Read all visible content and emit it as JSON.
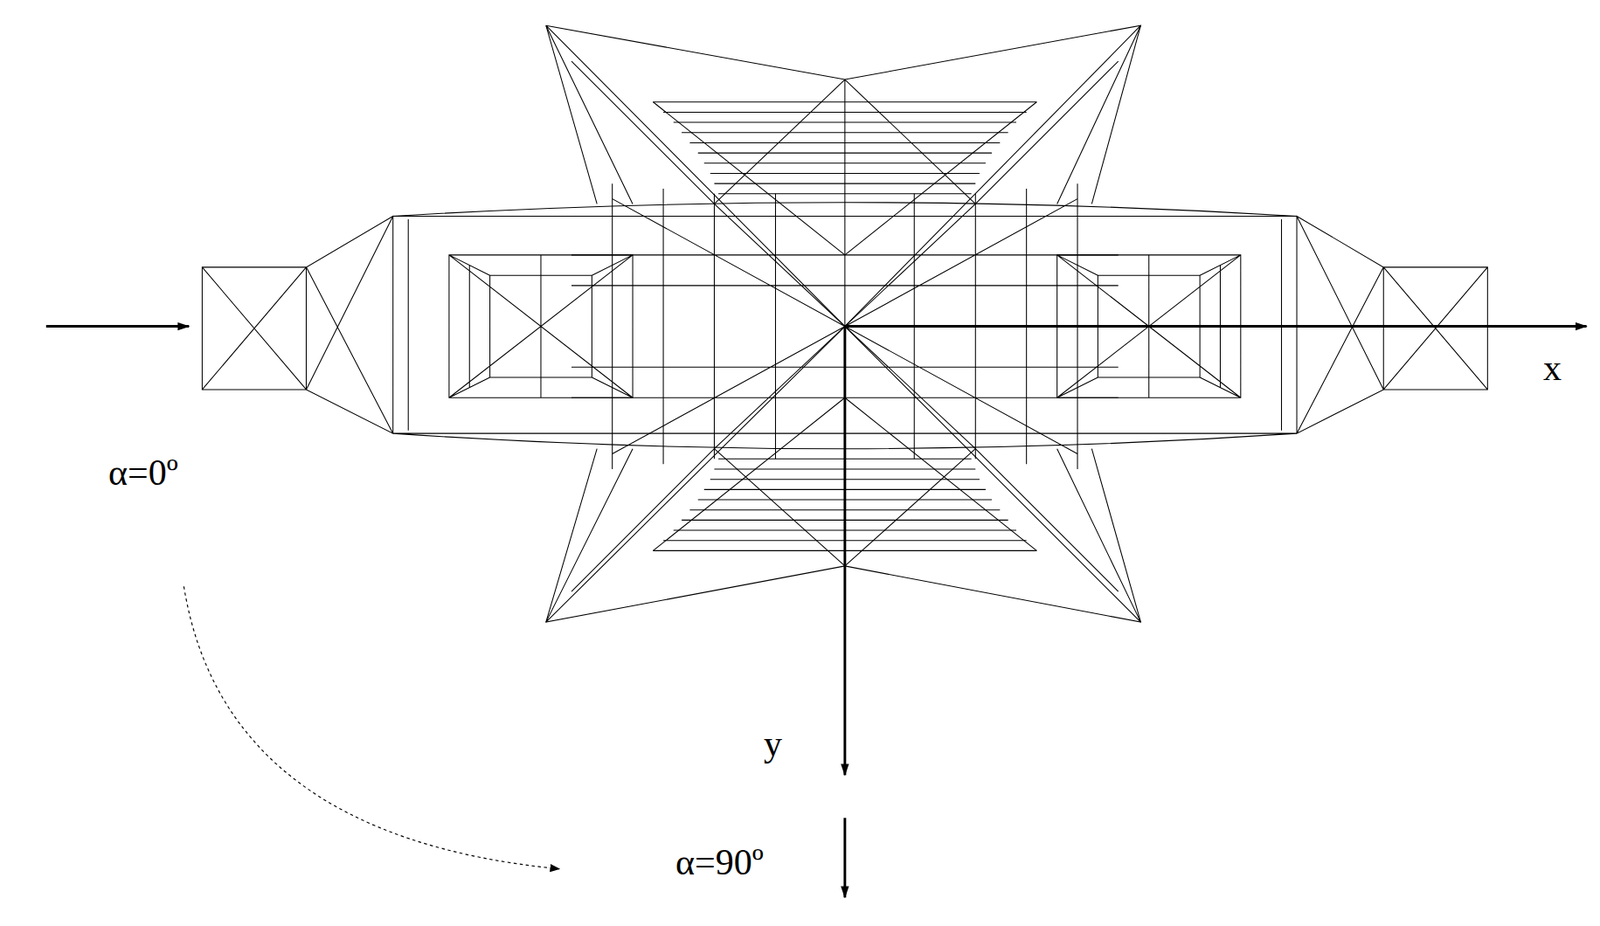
{
  "diagram": {
    "labels": [
      "x",
      "α=0º",
      "y",
      "α=90º"
    ]
  }
}
